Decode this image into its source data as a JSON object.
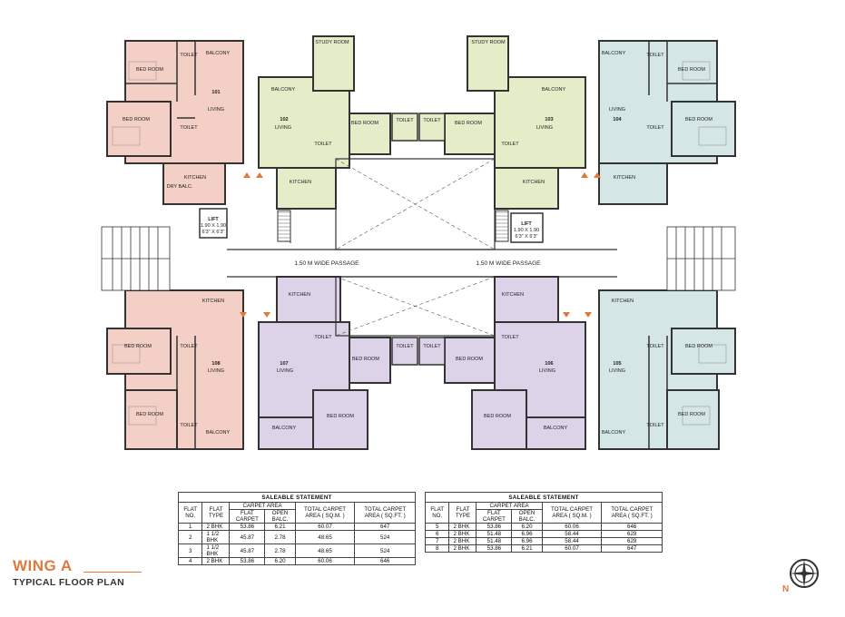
{
  "title": {
    "wing": "WING A",
    "subtitle": "TYPICAL FLOOR PLAN"
  },
  "colors": {
    "pink": "#f3cfc6",
    "green": "#e4ecc8",
    "lavender": "#ddd3e8",
    "blue": "#d5e6e6",
    "accent": "#e07a3c"
  },
  "passage_label": "1.50 M WIDE PASSAGE",
  "lift_label": "LIFT",
  "lift_size": "1.90 X 1.90",
  "lift_size_ft": "6'3\" X 6'3\"",
  "flat_numbers": [
    "101",
    "102",
    "103",
    "104",
    "105",
    "106",
    "107",
    "108"
  ],
  "room_labels": {
    "bed_room": "BED ROOM",
    "living": "LIVING",
    "kitchen": "KITCHEN",
    "toilet": "TOILET",
    "balcony": "BALCONY",
    "study_room": "STUDY ROOM",
    "dry_balcony": "DRY BALC."
  },
  "tables": [
    {
      "title": "SALEABLE STATEMENT",
      "headers": {
        "flat_no": "FLAT NO.",
        "flat_type": "FLAT TYPE",
        "carpet_area": "CARPET AREA",
        "flat_carpet": "FLAT CARPET",
        "open_balc": "OPEN BALC.",
        "total_sqm": "TOTAL CARPET AREA ( SQ.M. )",
        "total_sqft": "TOTAL CARPET AREA ( SQ.FT. )"
      },
      "rows": [
        [
          "1",
          "2 BHK",
          "53.86",
          "6.21",
          "60.07",
          "647"
        ],
        [
          "2",
          "1 1/2 BHK",
          "45.87",
          "2.78",
          "48.65",
          "524"
        ],
        [
          "3",
          "1 1/2 BHK",
          "45.87",
          "2.78",
          "48.65",
          "524"
        ],
        [
          "4",
          "2 BHK",
          "53.86",
          "6.20",
          "60.06",
          "646"
        ]
      ]
    },
    {
      "title": "SALEABLE STATEMENT",
      "headers": {
        "flat_no": "FLAT NO.",
        "flat_type": "FLAT TYPE",
        "carpet_area": "CARPET AREA",
        "flat_carpet": "FLAT CARPET",
        "open_balc": "OPEN BALC.",
        "total_sqm": "TOTAL CARPET AREA ( SQ.M. )",
        "total_sqft": "TOTAL CARPET AREA ( SQ.FT. )"
      },
      "rows": [
        [
          "5",
          "2 BHK",
          "53.86",
          "6.20",
          "60.06",
          "646"
        ],
        [
          "6",
          "2 BHK",
          "51.48",
          "6.96",
          "58.44",
          "629"
        ],
        [
          "7",
          "2 BHK",
          "51.48",
          "6.96",
          "58.44",
          "629"
        ],
        [
          "8",
          "2 BHK",
          "53.86",
          "6.21",
          "60.07",
          "647"
        ]
      ]
    }
  ],
  "compass_label": "N"
}
